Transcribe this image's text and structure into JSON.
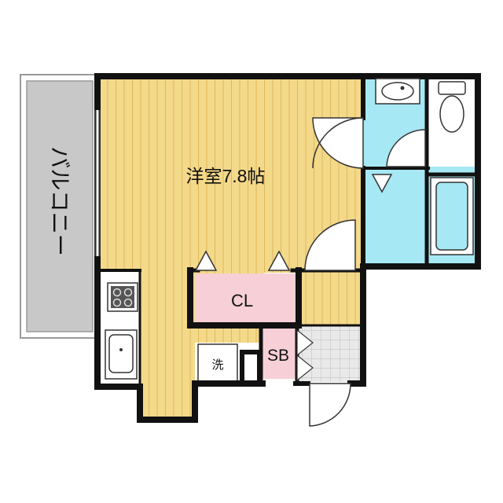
{
  "labels": {
    "main_room": "洋室7.8帖",
    "balcony": "バルコニー",
    "closet": "CL",
    "shoe_box": "SB",
    "washer": "洗"
  },
  "colors": {
    "wood_floor": "#f3d98a",
    "wood_line": "#e0b85a",
    "closet": "#f7cfd6",
    "wet_area": "#a6e8f3",
    "balcony": "#c8c8c8",
    "entrance_tile": "#e6e6e6",
    "wall": "#111111"
  },
  "icons": [
    "gas-stove-icon",
    "sink-icon",
    "washbasin-icon",
    "toilet-icon",
    "bathtub-icon"
  ]
}
